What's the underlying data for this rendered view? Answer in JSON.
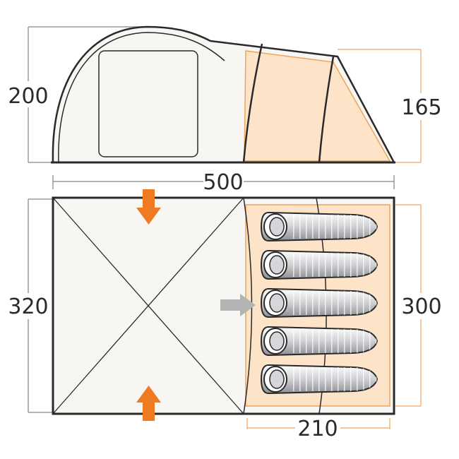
{
  "colors": {
    "outline": "#2a2a2a",
    "tent_fill": "#f7f6f3",
    "sleeping_area_fill": "#fde3c8",
    "sleeping_area_stroke": "#f0a35a",
    "door_arrow": "#f07a22",
    "entry_arrow": "#b4b4b4",
    "dimension_line_gray": "#9a9a9a",
    "dimension_line_orange": "#f3b27a"
  },
  "side_view": {
    "height_label": "200",
    "bedroom_height_label": "165",
    "length_label": "500"
  },
  "floor_plan": {
    "width_label": "320",
    "bedroom_width_label": "300",
    "bedroom_depth_label": "210",
    "sleeping_bag_count": 5
  }
}
